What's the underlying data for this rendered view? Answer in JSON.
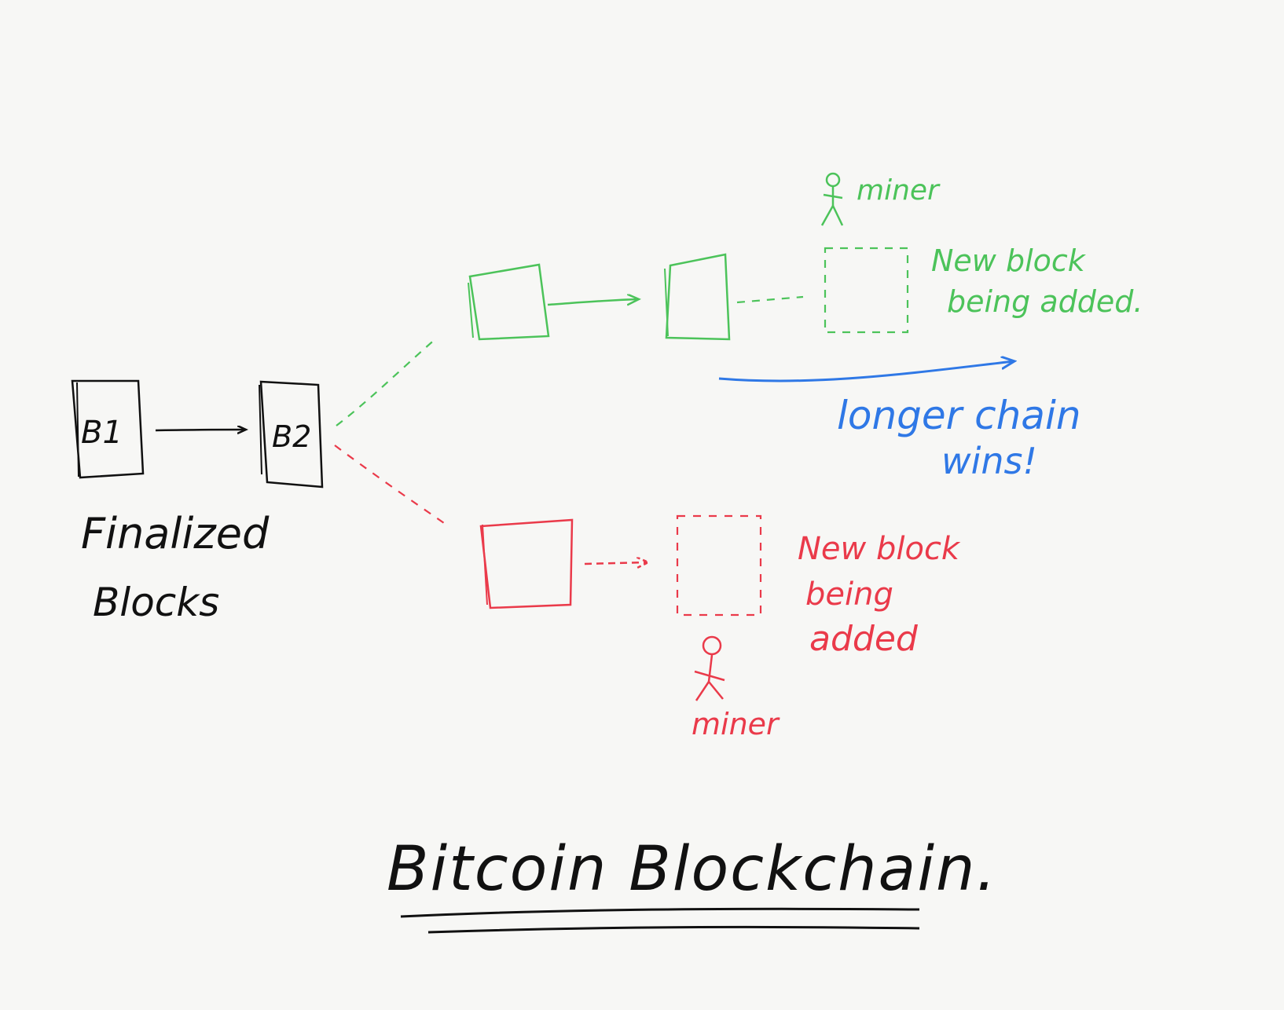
{
  "colors": {
    "paper": "#f7f7f5",
    "ink": "#111111",
    "green": "#4cc35a",
    "red": "#ea3a4a",
    "blue": "#2f78e6"
  },
  "blocks": {
    "b1": "B1",
    "b2": "B2"
  },
  "finalized": {
    "line1": "Finalized",
    "line2": "Blocks"
  },
  "green_branch": {
    "miner": "miner",
    "new_block_line1": "New block",
    "new_block_line2": "being added."
  },
  "red_branch": {
    "miner": "miner",
    "new_block_line1": "New block",
    "new_block_line2": "being",
    "new_block_line3": "added"
  },
  "longer_chain": {
    "line1": "longer chain",
    "line2": "wins!"
  },
  "title": "Bitcoin Blockchain."
}
